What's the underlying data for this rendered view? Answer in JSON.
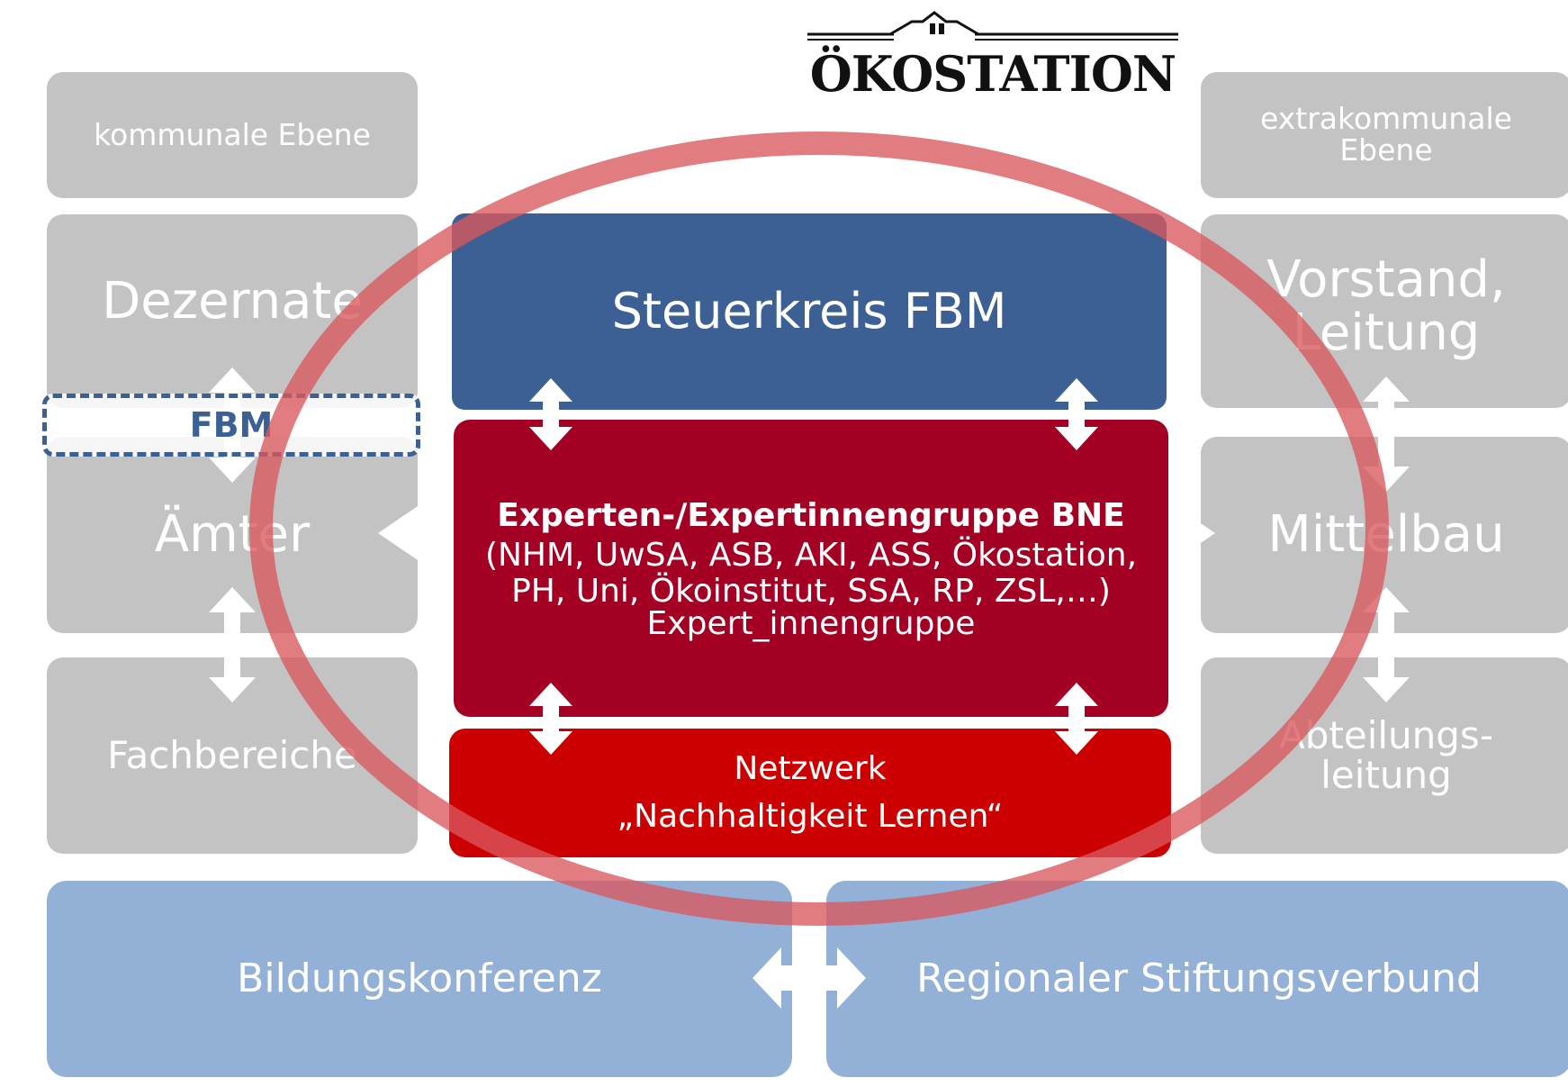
{
  "logo": {
    "text": "ÖKOSTATION"
  },
  "left_column": {
    "header": "kommunale Ebene",
    "level1": "Dezernate",
    "fbm": "FBM",
    "level2": "Ämter",
    "level3": "Fachbereiche"
  },
  "right_column": {
    "header_line1": "extrakommunale",
    "header_line2": "Ebene",
    "level1_line1": "Vorstand,",
    "level1_line2": "Leitung",
    "level2": "Mittelbau",
    "level3_line1": "Abteilungs-",
    "level3_line2": "leitung"
  },
  "center": {
    "steuerkreis": "Steuerkreis FBM",
    "experten_title": "Experten-/Expertinnengruppe BNE",
    "experten_line1": "(NHM, UwSA, ASB, AKI, ASS, Ökostation,",
    "experten_line2": "PH, Uni, Ökoinstitut, SSA, RP, ZSL,…)",
    "experten_line3": "Expert_innengruppe",
    "netzwerk_line1": "Netzwerk",
    "netzwerk_line2": "„Nachhaltigkeit Lernen“"
  },
  "bottom": {
    "left": "Bildungskonferenz",
    "right": "Regionaler Stiftungsverbund"
  },
  "colors": {
    "gray_box": "#c3c3c3",
    "steuerkreis": "#3c6094",
    "experten": "#a40024",
    "netzwerk": "#cc0000",
    "bottom_boxes": "#93b0d6",
    "ellipse": "#d9575e"
  }
}
